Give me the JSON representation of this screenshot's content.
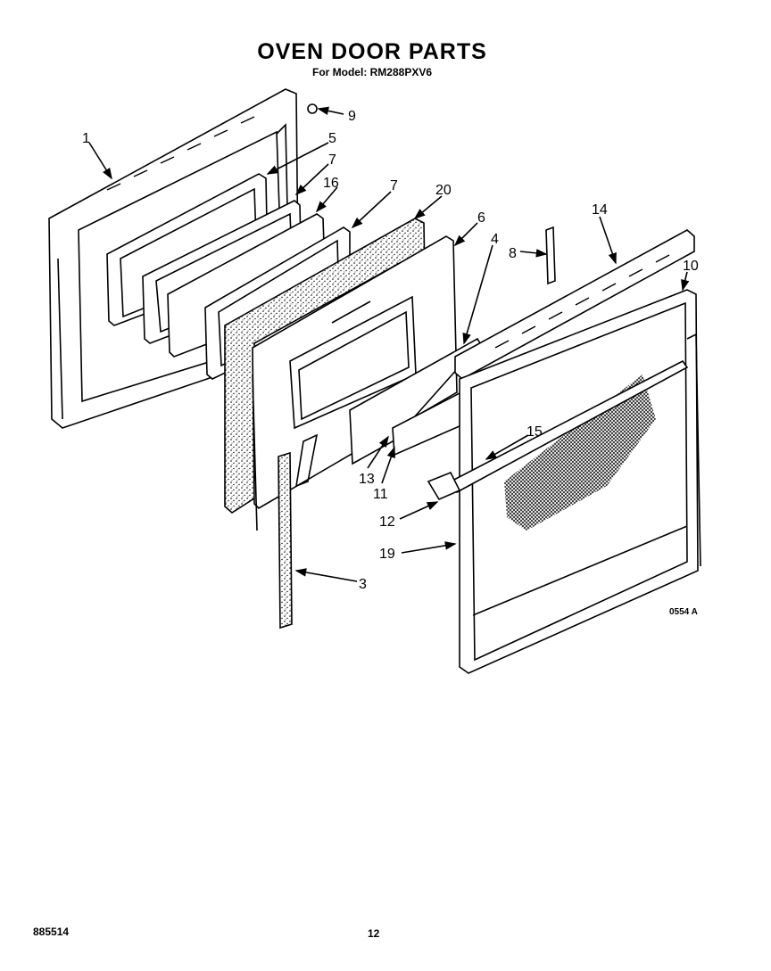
{
  "header": {
    "title": "OVEN DOOR PARTS",
    "model_line": "For Model: RM288PXV6"
  },
  "diagram": {
    "callouts": {
      "c1": "1",
      "c9": "9",
      "c5": "5",
      "c7a": "7",
      "c16": "16",
      "c7b": "7",
      "c20": "20",
      "c6": "6",
      "c4": "4",
      "c14": "14",
      "c8": "8",
      "c10": "10",
      "c15": "15",
      "c13": "13",
      "c11": "11",
      "c12": "12",
      "c19": "19",
      "c3": "3"
    },
    "figure_code": "0554 A"
  },
  "footer": {
    "doc_number": "885514",
    "page_number": "12"
  }
}
